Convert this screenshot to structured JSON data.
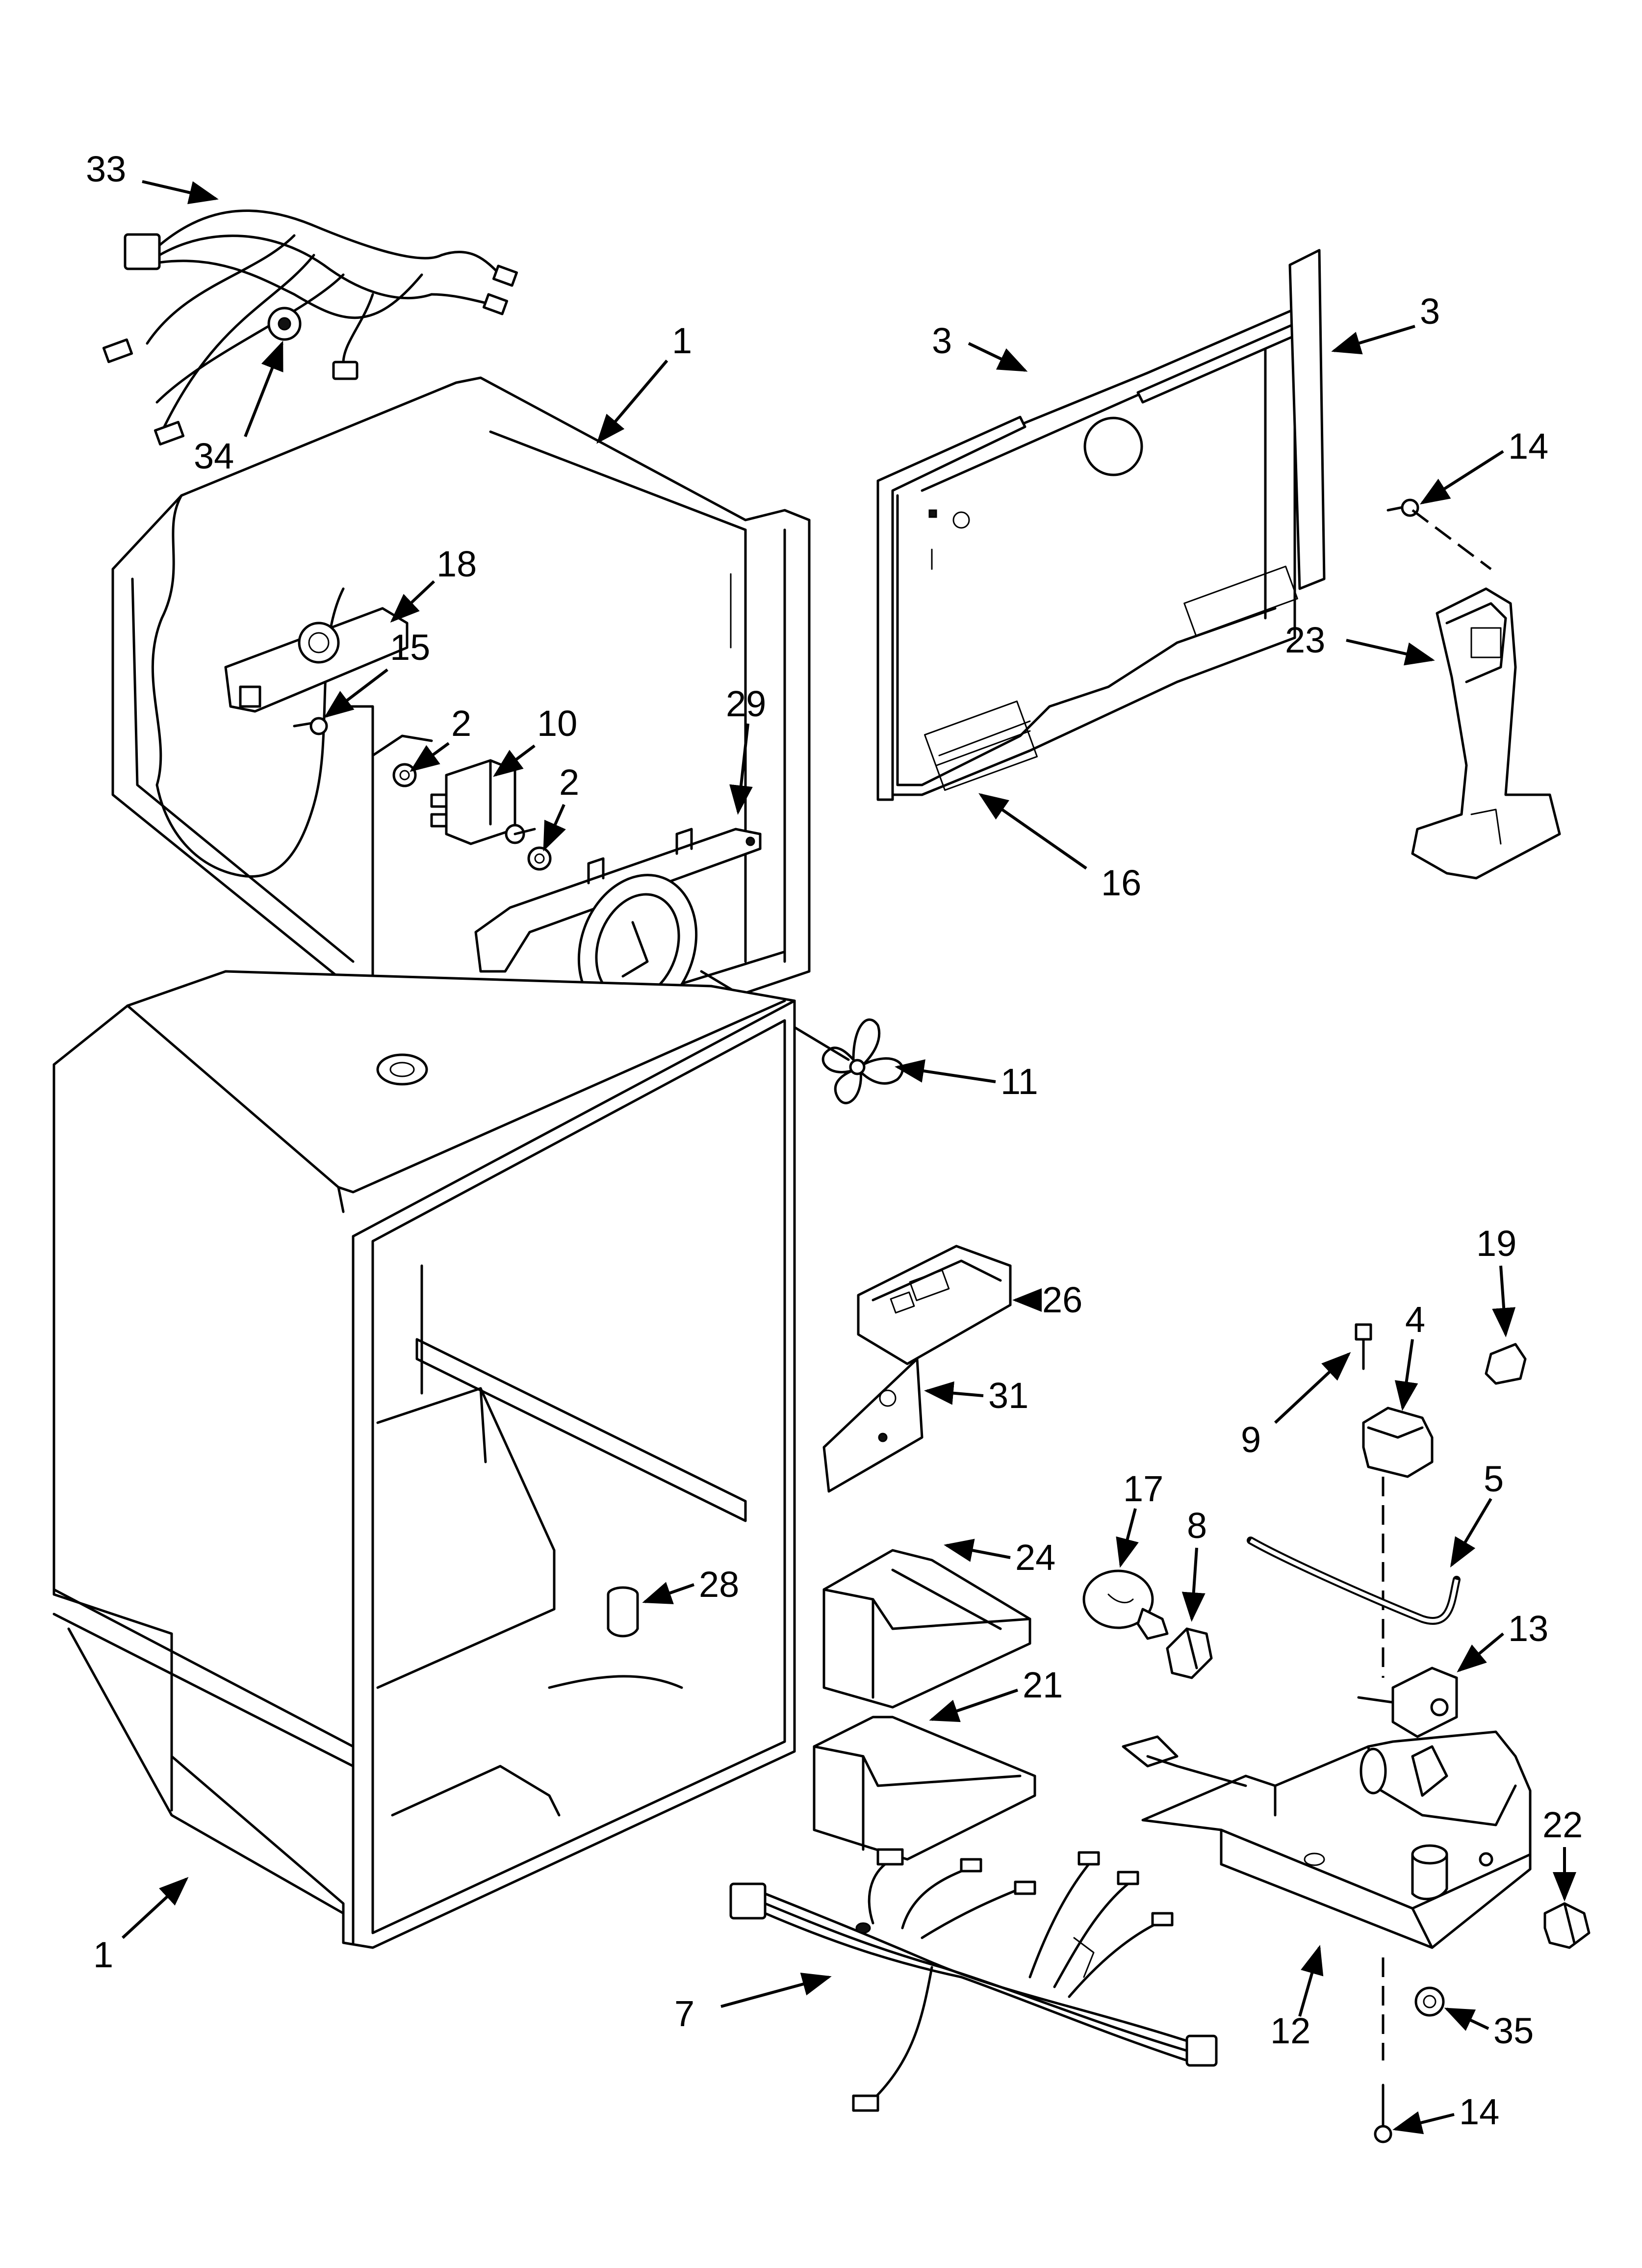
{
  "diagram": {
    "callouts": [
      {
        "id": "c33",
        "text": "33"
      },
      {
        "id": "c34",
        "text": "34"
      },
      {
        "id": "c1-top",
        "text": "1"
      },
      {
        "id": "c18",
        "text": "18"
      },
      {
        "id": "c15",
        "text": "15"
      },
      {
        "id": "c2a",
        "text": "2"
      },
      {
        "id": "c10",
        "text": "10"
      },
      {
        "id": "c2b",
        "text": "2"
      },
      {
        "id": "c29",
        "text": "29"
      },
      {
        "id": "c11",
        "text": "11"
      },
      {
        "id": "c3-left",
        "text": "3"
      },
      {
        "id": "c3-right",
        "text": "3"
      },
      {
        "id": "c14-top",
        "text": "14"
      },
      {
        "id": "c23",
        "text": "23"
      },
      {
        "id": "c16",
        "text": "16"
      },
      {
        "id": "c26",
        "text": "26"
      },
      {
        "id": "c31",
        "text": "31"
      },
      {
        "id": "c24",
        "text": "24"
      },
      {
        "id": "c28",
        "text": "28"
      },
      {
        "id": "c21",
        "text": "21"
      },
      {
        "id": "c17",
        "text": "17"
      },
      {
        "id": "c8",
        "text": "8"
      },
      {
        "id": "c19",
        "text": "19"
      },
      {
        "id": "c9",
        "text": "9"
      },
      {
        "id": "c4",
        "text": "4"
      },
      {
        "id": "c5",
        "text": "5"
      },
      {
        "id": "c13",
        "text": "13"
      },
      {
        "id": "c22",
        "text": "22"
      },
      {
        "id": "c12",
        "text": "12"
      },
      {
        "id": "c35",
        "text": "35"
      },
      {
        "id": "c14-bottom",
        "text": "14"
      },
      {
        "id": "c7",
        "text": "7"
      },
      {
        "id": "c1-bottom",
        "text": "1"
      }
    ]
  }
}
